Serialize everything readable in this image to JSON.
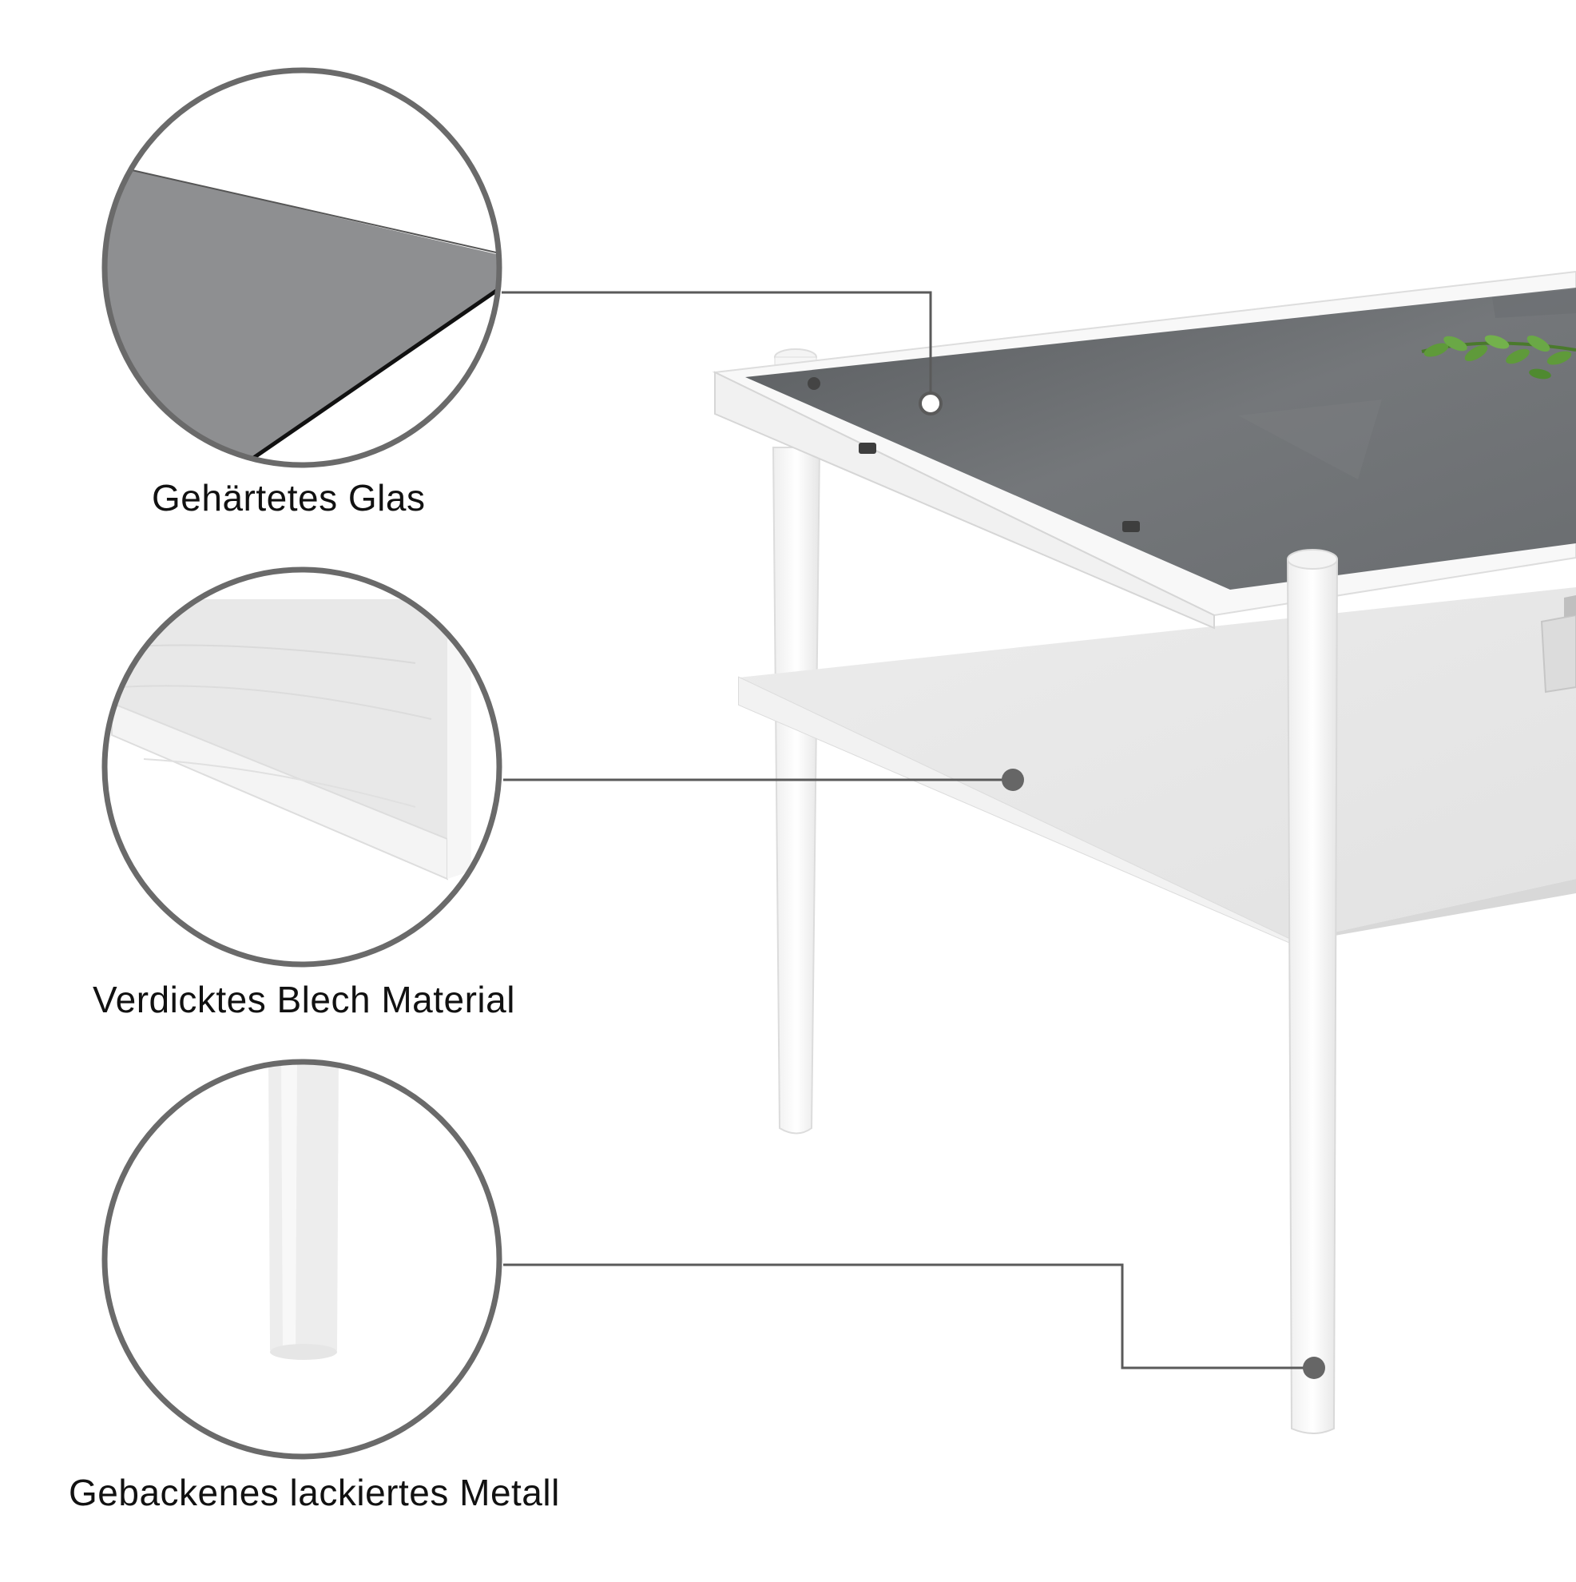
{
  "features": [
    {
      "id": "glass",
      "label": "Gehärtetes Glas"
    },
    {
      "id": "sheet",
      "label": "Verdicktes Blech Material"
    },
    {
      "id": "metal",
      "label": "Gebackenes lackiertes Metall"
    }
  ],
  "colors": {
    "background": "#ffffff",
    "circle_stroke": "#6a6a6a",
    "callout_line": "#5a5a5a",
    "callout_dot": "#666666",
    "glass_tint": "#6e7073",
    "glass_zoom": "#8e8f91",
    "frame_white": "#f7f7f7",
    "shelf_wood": "#e9e9e9",
    "plant_green": "#5f9a3a",
    "label_text": "#111111"
  }
}
